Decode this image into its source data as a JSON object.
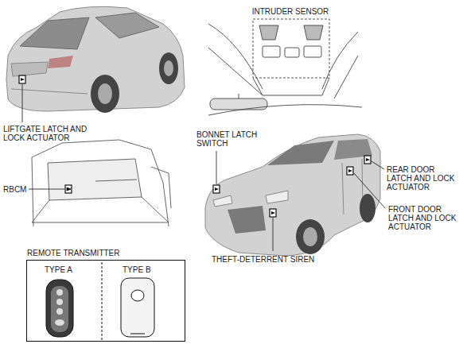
{
  "diagram": {
    "nodes": [
      {
        "text": [
          "REMOTE TRANSMITTER",
          "TYPE A",
          "TYPE B"
        ]
      }
    ],
    "edges": [],
    "labels": [
      "INTRUDER SENSOR",
      "LIFTGATE LATCH AND LOCK ACTUATOR",
      "RBCM",
      "BONNET LATCH SWITCH",
      "REAR DOOR LATCH AND LOCK ACTUATOR",
      "FRONT DOOR LATCH AND LOCK ACTUATOR",
      "THEFT-DETERRENT SIREN"
    ]
  }
}
